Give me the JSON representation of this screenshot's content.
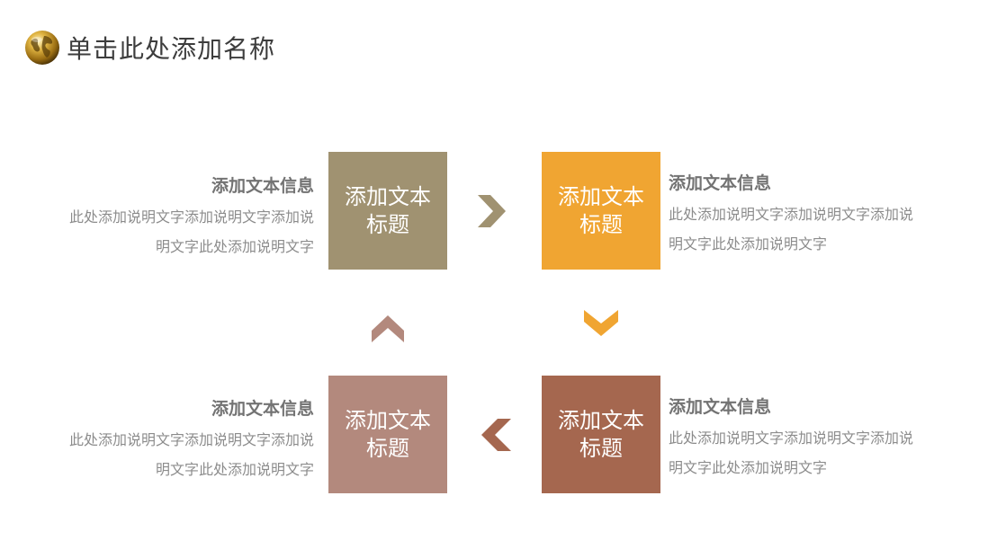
{
  "header": {
    "title": "单击此处添加名称",
    "logo_icon": "golden-globe-icon"
  },
  "colors": {
    "box1": "#a09271",
    "box2": "#f0a532",
    "box3": "#a5674f",
    "box4": "#b3897d",
    "arrow_right": "#a09271",
    "arrow_down": "#f0a532",
    "arrow_left": "#a5674f",
    "arrow_up": "#b3897d"
  },
  "boxes": [
    {
      "line1": "添加文本",
      "line2": "标题"
    },
    {
      "line1": "添加文本",
      "line2": "标题"
    },
    {
      "line1": "添加文本",
      "line2": "标题"
    },
    {
      "line1": "添加文本",
      "line2": "标题"
    }
  ],
  "infos": [
    {
      "heading": "添加文本信息",
      "line1": "此处添加说明文字添加说明文字添加说",
      "line2": "明文字此处添加说明文字"
    },
    {
      "heading": "添加文本信息",
      "line1": "此处添加说明文字添加说明文字添加说",
      "line2": "明文字此处添加说明文字"
    },
    {
      "heading": "添加文本信息",
      "line1": "此处添加说明文字添加说明文字添加说",
      "line2": "明文字此处添加说明文字"
    },
    {
      "heading": "添加文本信息",
      "line1": "此处添加说明文字添加说明文字添加说",
      "line2": "明文字此处添加说明文字"
    }
  ],
  "arrows": {
    "right": "chevron-right-icon",
    "down": "chevron-down-icon",
    "left": "chevron-left-icon",
    "up": "chevron-up-icon"
  }
}
